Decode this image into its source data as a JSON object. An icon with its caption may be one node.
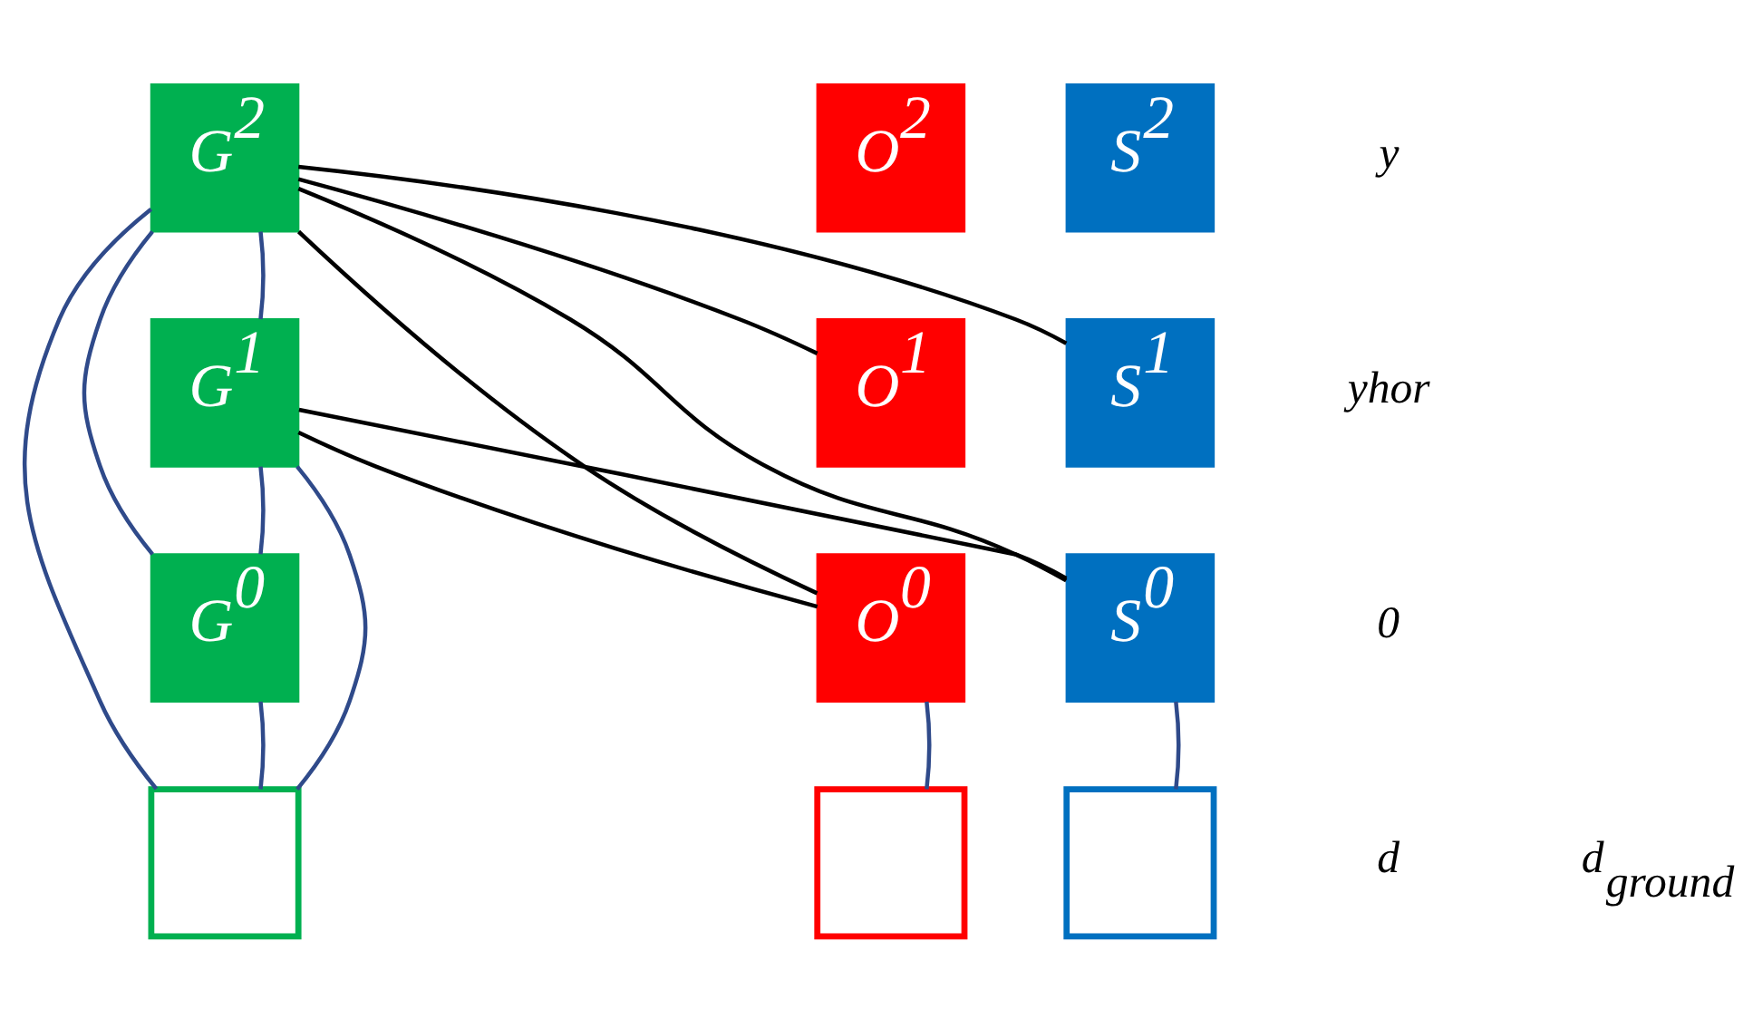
{
  "diagram": {
    "nodes": [
      {
        "text": [
          "G$^{2}$"
        ]
      },
      {
        "text": [
          "O$^{2}$"
        ]
      },
      {
        "text": [
          "S$^{2}$"
        ]
      },
      {
        "text": [
          "G$^{1}$"
        ]
      },
      {
        "text": [
          "O$^{1}$"
        ]
      },
      {
        "text": [
          "S$^{1}$"
        ]
      },
      {
        "text": [
          "G$^{0}$"
        ]
      },
      {
        "text": [
          "O$^{0}$"
        ]
      },
      {
        "text": [
          "S$^{0}$"
        ]
      },
      {
        "text": [],
        "shape": "box"
      },
      {
        "text": [],
        "shape": "box"
      },
      {
        "text": [],
        "shape": "box"
      }
    ],
    "edges": [
      {
        "from": 0,
        "to": 3,
        "arrow": "none"
      },
      {
        "from": 3,
        "to": 6,
        "arrow": "none"
      },
      {
        "from": 6,
        "to": 9,
        "arrow": "none"
      },
      {
        "from": 7,
        "to": 10,
        "arrow": "none"
      },
      {
        "from": 8,
        "to": 11,
        "arrow": "none"
      },
      {
        "from": 0,
        "to": 9,
        "arrow": "none"
      },
      {
        "from": 0,
        "to": 6,
        "arrow": "none"
      },
      {
        "from": 3,
        "to": 9,
        "arrow": "none"
      },
      {
        "from": 0,
        "to": 4,
        "arrow": "none",
        "color": "#000000"
      },
      {
        "from": 0,
        "to": 5,
        "arrow": "none",
        "color": "#000000"
      },
      {
        "from": 0,
        "to": 7,
        "arrow": "none",
        "color": "#000000"
      },
      {
        "from": 0,
        "to": 8,
        "arrow": "none",
        "color": "#000000"
      },
      {
        "from": 3,
        "to": 7,
        "arrow": "none",
        "color": "#000000"
      },
      {
        "from": 3,
        "to": 8,
        "arrow": "none",
        "color": "#000000"
      }
    ],
    "labels": [
      "y",
      "yhor",
      "0",
      "d",
      "d$_{ground}$"
    ]
  }
}
